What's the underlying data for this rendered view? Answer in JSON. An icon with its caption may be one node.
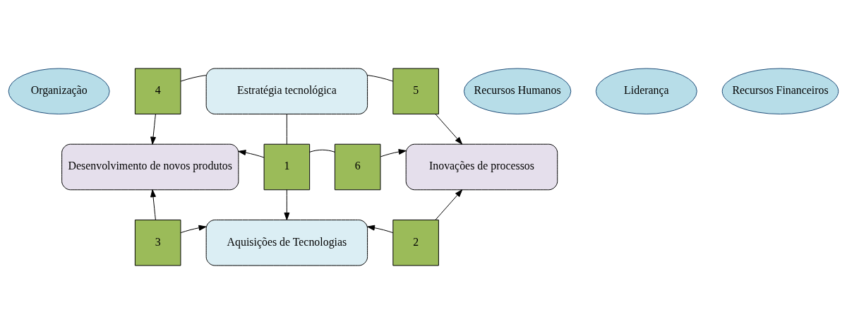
{
  "diagram": {
    "nodes": [
      {
        "text": [
          "Organização"
        ]
      },
      {
        "text": [
          "Recursos Humanos"
        ]
      },
      {
        "text": [
          "4"
        ]
      },
      {
        "text": [
          "Estratégia tecnológica"
        ]
      },
      {
        "text": [
          "5"
        ]
      },
      {
        "text": [
          "Desenvolvimento de novos produtos"
        ]
      },
      {
        "text": [
          "1"
        ]
      },
      {
        "text": [
          "6"
        ]
      },
      {
        "text": [
          "Inovações de processos"
        ]
      },
      {
        "text": [
          "3"
        ]
      },
      {
        "text": [
          "2"
        ]
      },
      {
        "text": [
          "Aquisições de Tecnologias"
        ]
      },
      {
        "text": [
          "Liderança"
        ]
      },
      {
        "text": [
          "Recursos Financeiros"
        ]
      }
    ],
    "edges": [
      {
        "from": 3,
        "to": 2,
        "arrow": "none"
      },
      {
        "from": 2,
        "to": 5,
        "arrow": "to"
      },
      {
        "from": 3,
        "to": 4,
        "arrow": "none"
      },
      {
        "from": 4,
        "to": 8,
        "arrow": "to"
      },
      {
        "from": 3,
        "to": 6,
        "arrow": "none"
      },
      {
        "from": 6,
        "to": 5,
        "arrow": "to"
      },
      {
        "from": 6,
        "to": 7,
        "arrow": "none"
      },
      {
        "from": 7,
        "to": 8,
        "arrow": "to"
      },
      {
        "from": 6,
        "to": 11,
        "arrow": "to"
      },
      {
        "from": 9,
        "to": 5,
        "arrow": "to"
      },
      {
        "from": 9,
        "to": 11,
        "arrow": "to"
      },
      {
        "from": 10,
        "to": 11,
        "arrow": "to"
      },
      {
        "from": 10,
        "to": 8,
        "arrow": "to"
      }
    ]
  }
}
